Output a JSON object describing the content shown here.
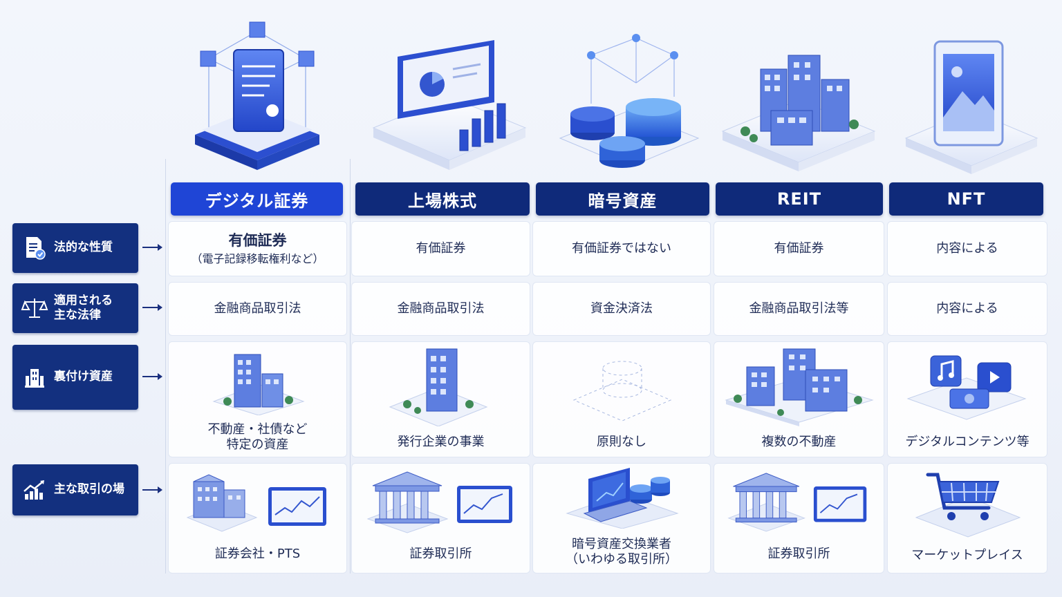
{
  "columns": [
    {
      "title": "デジタル証券",
      "primary": true
    },
    {
      "title": "上場株式",
      "primary": false
    },
    {
      "title": "暗号資産",
      "primary": false
    },
    {
      "title": "REIT",
      "primary": false
    },
    {
      "title": "NFT",
      "primary": false
    }
  ],
  "rows": [
    {
      "label": "法的な性質",
      "icon": "legal-document-icon"
    },
    {
      "label_line1": "適用される",
      "label_line2": "主な法律",
      "icon": "scales-icon"
    },
    {
      "label": "裏付け資産",
      "icon": "bank-building-icon"
    },
    {
      "label": "主な取引の場",
      "icon": "growth-chart-icon"
    }
  ],
  "legal_nature": {
    "digital_main": "有価証券",
    "digital_sub": "（電子記録移転権利など）",
    "listed": "有価証券",
    "crypto": "有価証券ではない",
    "reit": "有価証券",
    "nft": "内容による"
  },
  "laws": {
    "digital": "金融商品取引法",
    "listed": "金融商品取引法",
    "crypto": "資金決済法",
    "reit": "金融商品取引法等",
    "nft": "内容による"
  },
  "assets": {
    "digital_line1": "不動産・社債など",
    "digital_line2": "特定の資産",
    "listed": "発行企業の事業",
    "crypto": "原則なし",
    "reit": "複数の不動産",
    "nft": "デジタルコンテンツ等"
  },
  "venues": {
    "digital": "証券会社・PTS",
    "listed": "証券取引所",
    "crypto_line1": "暗号資産交換業者",
    "crypto_line2": "（いわゆる取引所）",
    "reit": "証券取引所",
    "nft": "マーケットプレイス"
  },
  "colors": {
    "header_dark": "#0f2a7a",
    "header_primary": "#1f45d6",
    "row_label": "#13307f",
    "accent_blue": "#3b63d9",
    "light_blue": "#5a8ff0"
  }
}
